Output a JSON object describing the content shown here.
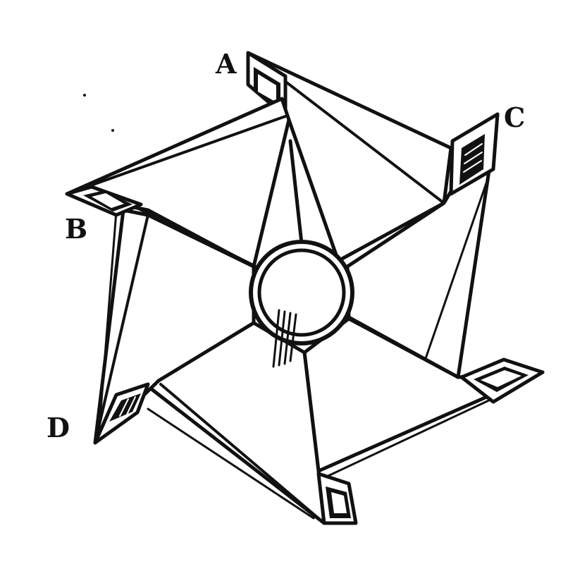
{
  "diagram": {
    "labels": {
      "a": "A",
      "b": "B",
      "c": "C",
      "d": "D"
    },
    "colors": {
      "ink": "#111111",
      "paper": "#ffffff"
    }
  }
}
